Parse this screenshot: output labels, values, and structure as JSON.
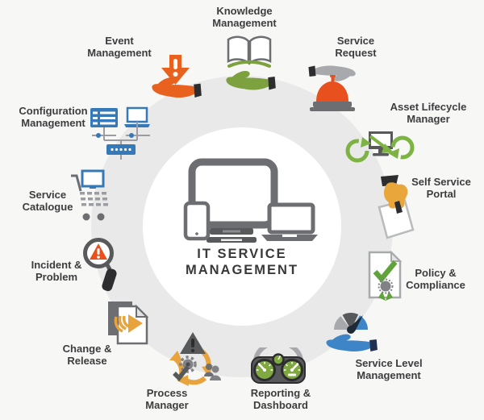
{
  "diagram_title": "IT SERVICE\nMANAGEMENT",
  "center": {
    "title": "IT SERVICE\nMANAGEMENT",
    "icon": "devices-icon"
  },
  "items": [
    {
      "id": "knowledge-management",
      "label": "Knowledge\nManagement",
      "icon": "open-book-hand-icon"
    },
    {
      "id": "service-request",
      "label": "Service\nRequest",
      "icon": "bell-hand-icon"
    },
    {
      "id": "asset-lifecycle-manager",
      "label": "Asset Lifecycle\nManager",
      "icon": "recycle-monitor-icon"
    },
    {
      "id": "self-service-portal",
      "label": "Self Service\nPortal",
      "icon": "hand-writing-document-icon"
    },
    {
      "id": "policy-compliance",
      "label": "Policy &\nCompliance",
      "icon": "certificate-check-icon"
    },
    {
      "id": "service-level-management",
      "label": "Service Level\nManagement",
      "icon": "gauge-hand-icon"
    },
    {
      "id": "reporting-dashboard",
      "label": "Reporting &\nDashboard",
      "icon": "dashboard-gauges-icon"
    },
    {
      "id": "process-manager",
      "label": "Process\nManager",
      "icon": "process-cycle-icon"
    },
    {
      "id": "change-release",
      "label": "Change &\nRelease",
      "icon": "documents-arrow-icon"
    },
    {
      "id": "incident-problem",
      "label": "Incident &\nProblem",
      "icon": "magnifier-alert-icon"
    },
    {
      "id": "service-catalogue",
      "label": "Service\nCatalogue",
      "icon": "shopping-cart-monitor-icon"
    },
    {
      "id": "configuration-management",
      "label": "Configuration\nManagement",
      "icon": "network-devices-icon"
    },
    {
      "id": "event-management",
      "label": "Event\nManagement",
      "icon": "alert-arrow-hand-icon"
    }
  ],
  "colors": {
    "background": "#f7f7f5",
    "ring": "#e9e9e9",
    "center_circle": "#ffffff",
    "label_text": "#3d3d3f",
    "orange": "#e8611f",
    "red_orange": "#e8501d",
    "gold": "#e8a33c",
    "green": "#7ca13e",
    "bright_green": "#7cb342",
    "blue": "#3579b8",
    "sky_blue": "#3d85c6",
    "dark_gray": "#58595b",
    "mid_gray": "#808285",
    "light_gray": "#a7a9ac"
  }
}
